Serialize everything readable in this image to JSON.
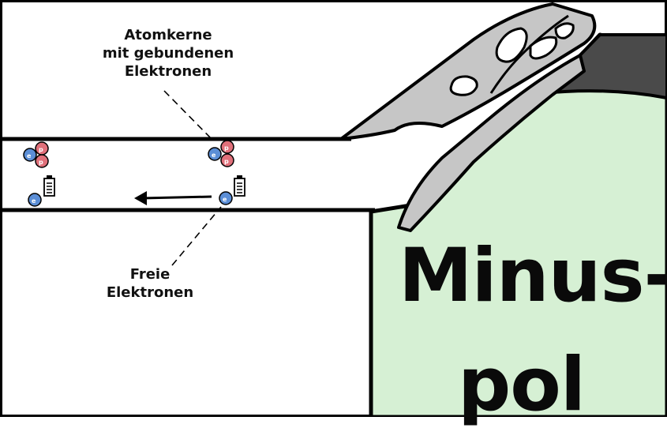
{
  "labels": {
    "bound_electrons": [
      "Atomkerne",
      "mit gebundenen",
      "Elektronen"
    ],
    "free_electrons": [
      "Freie",
      "Elektronen"
    ]
  },
  "pole": {
    "line1": "Minus-",
    "line2": "pol"
  },
  "particles": {
    "electron": "e",
    "proton": "p"
  },
  "colors": {
    "electron": "#5b8ed6",
    "proton": "#e0707a",
    "pole_fill": "#d6f0d4",
    "clip": "#c6c6c6",
    "clip_dark": "#4a4a4a",
    "outline": "#000000"
  }
}
